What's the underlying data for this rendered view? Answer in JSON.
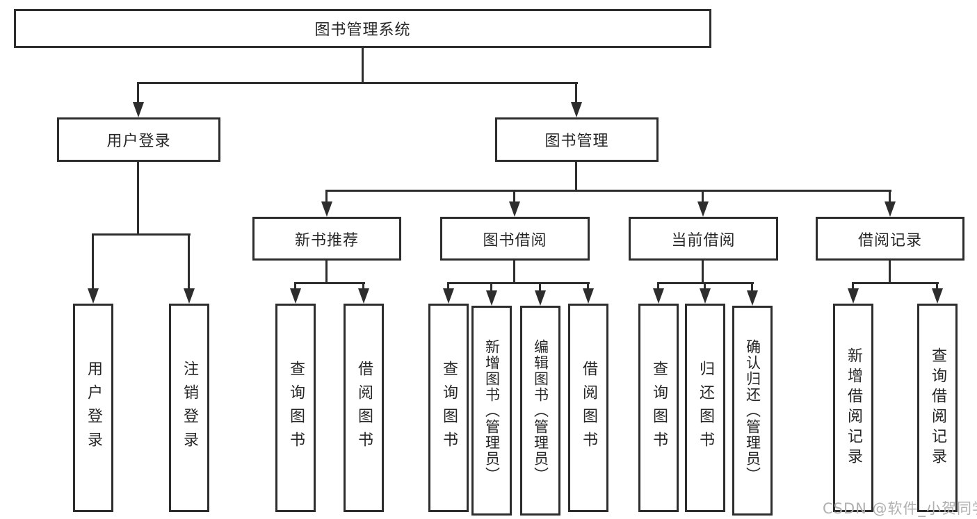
{
  "colors": {
    "line": "#2d2d2d",
    "box_border": "#2d2d2d",
    "text": "#262626",
    "watermark": "#b0b0b0",
    "background": "#ffffff"
  },
  "tree": {
    "root": "图书管理系统",
    "children": [
      {
        "label": "用户登录",
        "children": [
          "用户登录",
          "注销登录"
        ]
      },
      {
        "label": "图书管理",
        "children": [
          {
            "label": "新书推荐",
            "children": [
              "查询图书",
              "借阅图书"
            ]
          },
          {
            "label": "图书借阅",
            "children": [
              "查询图书",
              "新增图书（管理员）",
              "编辑图书（管理员）",
              "借阅图书"
            ]
          },
          {
            "label": "当前借阅",
            "children": [
              "查询图书",
              "归还图书",
              "确认归还（管理员）"
            ]
          },
          {
            "label": "借阅记录",
            "children": [
              "新增借阅记录",
              "查询借阅记录"
            ]
          }
        ]
      }
    ]
  },
  "watermark": "CSDN @软件_小贺同学"
}
